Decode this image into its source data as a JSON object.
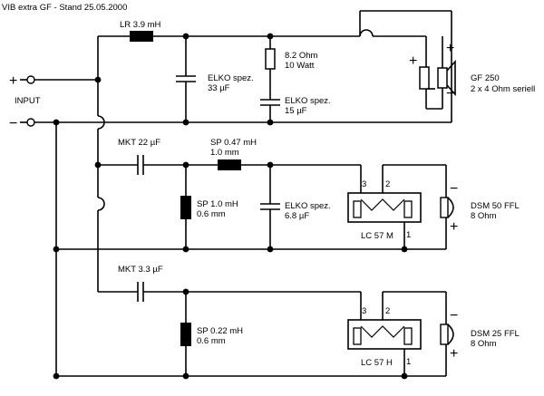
{
  "header": {
    "title": "VIB extra GF - Stand 25.05.2000"
  },
  "input": {
    "label": "INPUT",
    "plus": "+",
    "minus": "−"
  },
  "bass": {
    "inductor": "LR 3.9 mH",
    "cap1": [
      "ELKO spez.",
      "33 µF"
    ],
    "resistor": [
      "8.2 Ohm",
      "10 Watt"
    ],
    "cap2": [
      "ELKO spez.",
      "15 µF"
    ],
    "driver": [
      "GF 250",
      "2 x 4 Ohm seriell"
    ]
  },
  "mid": {
    "cap_series": "MKT 22 µF",
    "coil_series": [
      "SP 0.47 mH",
      "1.0 mm"
    ],
    "coil_shunt": [
      "SP 1.0 mH",
      "0.6 mm"
    ],
    "cap_shunt": [
      "ELKO spez.",
      "6.8 µF"
    ],
    "lpad": "LC 57 M",
    "pins": [
      "3",
      "2",
      "1"
    ],
    "driver": [
      "DSM 50 FFL",
      "8 Ohm"
    ]
  },
  "tweeter": {
    "cap_series": "MKT 3.3 µF",
    "coil_shunt": [
      "SP 0.22 mH",
      "0.6 mm"
    ],
    "lpad": "LC 57 H",
    "pins": [
      "3",
      "2",
      "1"
    ],
    "driver": [
      "DSM 25 FFL",
      "8 Ohm"
    ]
  },
  "polarity": {
    "plus": "+",
    "minus": "−"
  }
}
